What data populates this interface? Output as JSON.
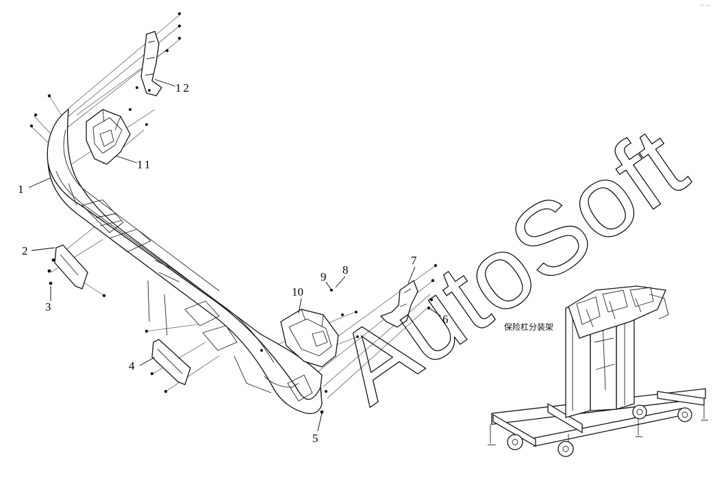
{
  "watermark": "AutoSoft",
  "corner_mark": "~ ―",
  "fixture_label": "保险杠分装架",
  "callouts": [
    "1",
    "2",
    "3",
    "4",
    "5",
    "6",
    "7",
    "8",
    "9",
    "10",
    "11",
    "12"
  ]
}
